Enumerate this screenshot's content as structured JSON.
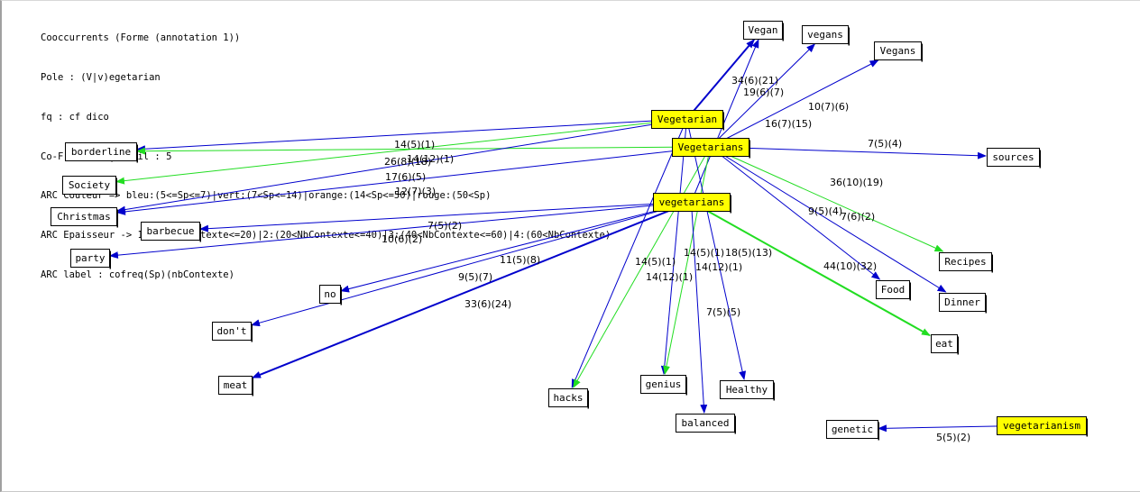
{
  "info_lines": [
    "Cooccurrents (Forme (annotation 1))",
    "Pole : (V|v)egetarian",
    "fq : cf dico",
    "Co-Freq : 2 | Seuil : 5",
    "ARC Couleur => bleu:(5<=Sp<=7)|vert:(7<Sp<=14)|orange:(14<Sp<=50)|rouge:(50<Sp)",
    "ARC Epaisseur -> 1:(1<=NbContexte<=20)|2:(20<NbContexte<=40)|3:(40<NbContexte<=60)|4:(60<NbContexte)",
    "ARC label : cofreq(Sp)(nbContexte)"
  ],
  "colors": {
    "blue": "#0000cc",
    "green": "#22dd22",
    "pole_fill": "#ffff00",
    "node_fill": "#ffffff"
  },
  "nodes": [
    {
      "id": "Vegetarian",
      "label": "Vegetarian",
      "pole": true
    },
    {
      "id": "Vegetarians",
      "label": "Vegetarians",
      "pole": true
    },
    {
      "id": "vegetarians",
      "label": "vegetarians",
      "pole": true
    },
    {
      "id": "vegetarianism",
      "label": "vegetarianism",
      "pole": true
    },
    {
      "id": "Vegan",
      "label": "Vegan",
      "pole": false
    },
    {
      "id": "vegans",
      "label": "vegans",
      "pole": false
    },
    {
      "id": "Vegans",
      "label": "Vegans",
      "pole": false
    },
    {
      "id": "borderline",
      "label": "borderline",
      "pole": false
    },
    {
      "id": "Society",
      "label": "Society",
      "pole": false
    },
    {
      "id": "Christmas",
      "label": "Christmas",
      "pole": false
    },
    {
      "id": "barbecue",
      "label": "barbecue",
      "pole": false
    },
    {
      "id": "party",
      "label": "party",
      "pole": false
    },
    {
      "id": "no",
      "label": "no",
      "pole": false
    },
    {
      "id": "dont",
      "label": "don't",
      "pole": false
    },
    {
      "id": "meat",
      "label": "meat",
      "pole": false
    },
    {
      "id": "hacks",
      "label": "hacks",
      "pole": false
    },
    {
      "id": "genius",
      "label": "genius",
      "pole": false
    },
    {
      "id": "balanced",
      "label": "balanced",
      "pole": false
    },
    {
      "id": "Healthy",
      "label": "Healthy",
      "pole": false
    },
    {
      "id": "genetic",
      "label": "genetic",
      "pole": false
    },
    {
      "id": "sources",
      "label": "sources",
      "pole": false
    },
    {
      "id": "Recipes",
      "label": "Recipes",
      "pole": false
    },
    {
      "id": "Food",
      "label": "Food",
      "pole": false
    },
    {
      "id": "Dinner",
      "label": "Dinner",
      "pole": false
    },
    {
      "id": "eat",
      "label": "eat",
      "pole": false
    }
  ],
  "edges": [
    {
      "from": "Vegetarian",
      "to": "Vegan",
      "label": "34(6)(21)",
      "color": "blue",
      "weight": 2
    },
    {
      "from": "Vegetarians",
      "to": "vegans",
      "label": "19(6)(7)",
      "color": "blue",
      "weight": 1
    },
    {
      "from": "vegetarians",
      "to": "Vegan",
      "label": "16(7)(15)",
      "color": "blue",
      "weight": 1
    },
    {
      "from": "Vegetarians",
      "to": "Vegans",
      "label": "10(7)(6)",
      "color": "blue",
      "weight": 1
    },
    {
      "from": "Vegetarian",
      "to": "borderline",
      "label": "14(5)(1)",
      "color": "blue",
      "weight": 1
    },
    {
      "from": "Vegetarians",
      "to": "borderline",
      "label": "14(12)(1)",
      "color": "green",
      "weight": 1
    },
    {
      "from": "Vegetarian",
      "to": "Society",
      "label": "26(8)(18)",
      "color": "green",
      "weight": 1
    },
    {
      "from": "Vegetarian",
      "to": "Christmas",
      "label": "17(6)(5)",
      "color": "blue",
      "weight": 1
    },
    {
      "from": "Vegetarians",
      "to": "Christmas",
      "label": "12(7)(3)",
      "color": "blue",
      "weight": 1
    },
    {
      "from": "vegetarians",
      "to": "barbecue",
      "label": "7(5)(2)",
      "color": "blue",
      "weight": 1
    },
    {
      "from": "vegetarians",
      "to": "party",
      "label": "10(6)(2)",
      "color": "blue",
      "weight": 1
    },
    {
      "from": "vegetarians",
      "to": "no",
      "label": "11(5)(8)",
      "color": "blue",
      "weight": 1
    },
    {
      "from": "vegetarians",
      "to": "dont",
      "label": "9(5)(7)",
      "color": "blue",
      "weight": 1
    },
    {
      "from": "vegetarians",
      "to": "meat",
      "label": "33(6)(24)",
      "color": "blue",
      "weight": 2
    },
    {
      "from": "Vegetarians",
      "to": "sources",
      "label": "7(5)(4)",
      "color": "blue",
      "weight": 1
    },
    {
      "from": "Vegetarians",
      "to": "Recipes",
      "label": "36(10)(19)",
      "color": "green",
      "weight": 1
    },
    {
      "from": "Vegetarians",
      "to": "Food",
      "label": "9(5)(4)",
      "color": "blue",
      "weight": 1
    },
    {
      "from": "Vegetarians",
      "to": "Dinner",
      "label": "7(6)(2)",
      "color": "blue",
      "weight": 1
    },
    {
      "from": "vegetarians",
      "to": "eat",
      "label": "44(10)(32)",
      "color": "green",
      "weight": 2
    },
    {
      "from": "Vegetarian",
      "to": "hacks",
      "label": "14(5)(1)",
      "color": "blue",
      "weight": 1
    },
    {
      "from": "Vegetarians",
      "to": "hacks",
      "label": "14(12)(1)",
      "color": "green",
      "weight": 1
    },
    {
      "from": "Vegetarian",
      "to": "genius",
      "label": "14(5)(1)",
      "color": "blue",
      "weight": 1
    },
    {
      "from": "Vegetarians",
      "to": "genius",
      "label": "14(12)(1)",
      "color": "green",
      "weight": 1
    },
    {
      "from": "Vegetarian",
      "to": "Healthy",
      "label": "18(5)(13)",
      "color": "blue",
      "weight": 1
    },
    {
      "from": "vegetarians",
      "to": "balanced",
      "label": "7(5)(5)",
      "color": "blue",
      "weight": 1
    },
    {
      "from": "vegetarianism",
      "to": "genetic",
      "label": "5(5)(2)",
      "color": "blue",
      "weight": 1
    }
  ]
}
